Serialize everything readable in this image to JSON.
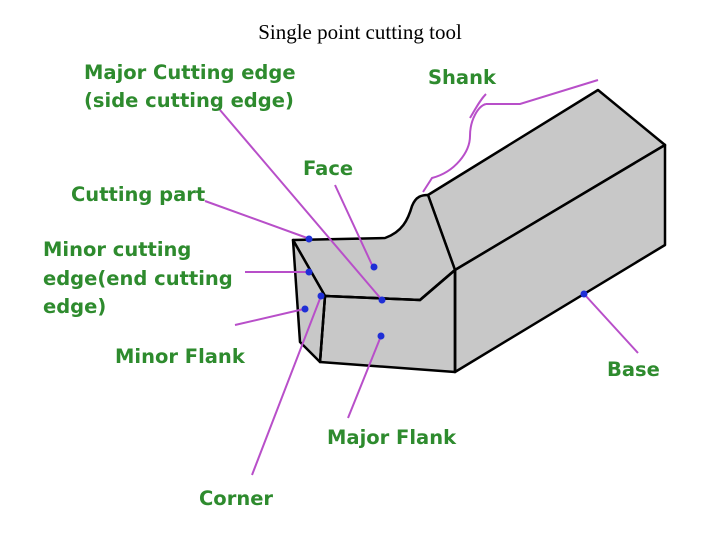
{
  "title": "Single point cutting tool",
  "labels": {
    "major_cutting_edge_1": "Major Cutting edge",
    "major_cutting_edge_2": "(side cutting edge)",
    "shank": "Shank",
    "face": "Face",
    "cutting_part": "Cutting part",
    "minor_cutting_edge_1": "Minor cutting",
    "minor_cutting_edge_2": "edge(end cutting",
    "minor_cutting_edge_3": "edge)",
    "minor_flank": "Minor Flank",
    "base": "Base",
    "major_flank": "Major Flank",
    "corner": "Corner"
  },
  "colors": {
    "label_text": "#2e8b2e",
    "leader_line": "#b84fc9",
    "tool_fill": "#c8c8c8",
    "point_marker": "#1f2fd6"
  }
}
